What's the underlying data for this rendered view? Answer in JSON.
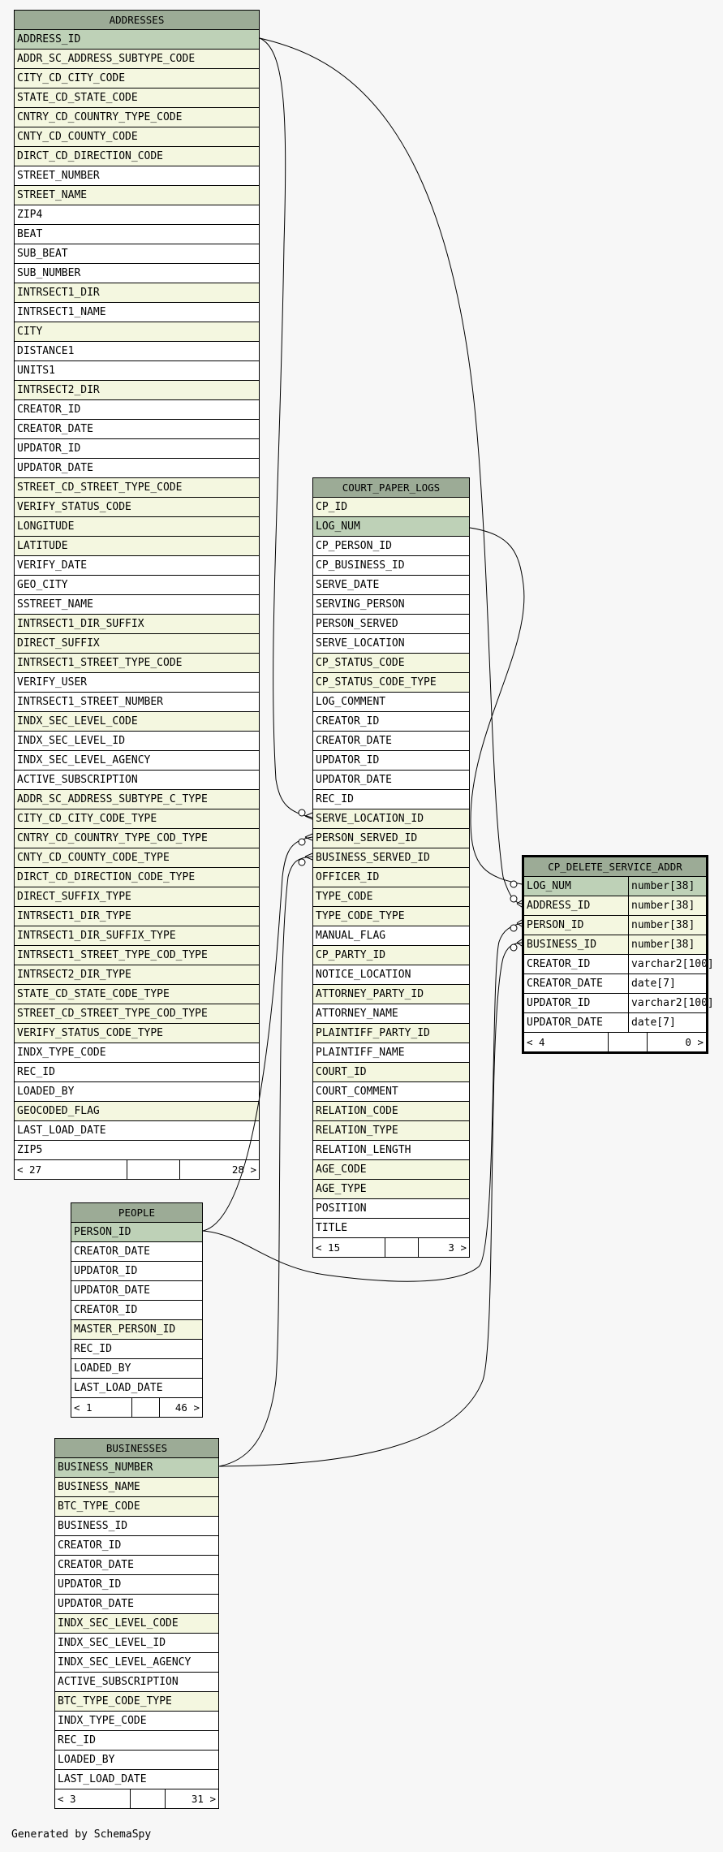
{
  "footer": "Generated by SchemaSpy",
  "tables": {
    "addresses": {
      "title": "ADDRESSES",
      "columns": [
        {
          "name": "ADDRESS_ID",
          "kind": "pk"
        },
        {
          "name": "ADDR_SC_ADDRESS_SUBTYPE_CODE",
          "kind": "fk"
        },
        {
          "name": "CITY_CD_CITY_CODE",
          "kind": "fk"
        },
        {
          "name": "STATE_CD_STATE_CODE",
          "kind": "fk"
        },
        {
          "name": "CNTRY_CD_COUNTRY_TYPE_CODE",
          "kind": "fk"
        },
        {
          "name": "CNTY_CD_COUNTY_CODE",
          "kind": "fk"
        },
        {
          "name": "DIRCT_CD_DIRECTION_CODE",
          "kind": "fk"
        },
        {
          "name": "STREET_NUMBER",
          "kind": "plain"
        },
        {
          "name": "STREET_NAME",
          "kind": "fk"
        },
        {
          "name": "ZIP4",
          "kind": "plain"
        },
        {
          "name": "BEAT",
          "kind": "plain"
        },
        {
          "name": "SUB_BEAT",
          "kind": "plain"
        },
        {
          "name": "SUB_NUMBER",
          "kind": "plain"
        },
        {
          "name": "INTRSECT1_DIR",
          "kind": "fk"
        },
        {
          "name": "INTRSECT1_NAME",
          "kind": "plain"
        },
        {
          "name": "CITY",
          "kind": "fk"
        },
        {
          "name": "DISTANCE1",
          "kind": "plain"
        },
        {
          "name": "UNITS1",
          "kind": "plain"
        },
        {
          "name": "INTRSECT2_DIR",
          "kind": "fk"
        },
        {
          "name": "CREATOR_ID",
          "kind": "plain"
        },
        {
          "name": "CREATOR_DATE",
          "kind": "plain"
        },
        {
          "name": "UPDATOR_ID",
          "kind": "plain"
        },
        {
          "name": "UPDATOR_DATE",
          "kind": "plain"
        },
        {
          "name": "STREET_CD_STREET_TYPE_CODE",
          "kind": "fk"
        },
        {
          "name": "VERIFY_STATUS_CODE",
          "kind": "fk"
        },
        {
          "name": "LONGITUDE",
          "kind": "fk"
        },
        {
          "name": "LATITUDE",
          "kind": "fk"
        },
        {
          "name": "VERIFY_DATE",
          "kind": "plain"
        },
        {
          "name": "GEO_CITY",
          "kind": "plain"
        },
        {
          "name": "SSTREET_NAME",
          "kind": "plain"
        },
        {
          "name": "INTRSECT1_DIR_SUFFIX",
          "kind": "fk"
        },
        {
          "name": "DIRECT_SUFFIX",
          "kind": "fk"
        },
        {
          "name": "INTRSECT1_STREET_TYPE_CODE",
          "kind": "fk"
        },
        {
          "name": "VERIFY_USER",
          "kind": "plain"
        },
        {
          "name": "INTRSECT1_STREET_NUMBER",
          "kind": "plain"
        },
        {
          "name": "INDX_SEC_LEVEL_CODE",
          "kind": "fk"
        },
        {
          "name": "INDX_SEC_LEVEL_ID",
          "kind": "plain"
        },
        {
          "name": "INDX_SEC_LEVEL_AGENCY",
          "kind": "plain"
        },
        {
          "name": "ACTIVE_SUBSCRIPTION",
          "kind": "plain"
        },
        {
          "name": "ADDR_SC_ADDRESS_SUBTYPE_C_TYPE",
          "kind": "fk"
        },
        {
          "name": "CITY_CD_CITY_CODE_TYPE",
          "kind": "fk"
        },
        {
          "name": "CNTRY_CD_COUNTRY_TYPE_COD_TYPE",
          "kind": "fk"
        },
        {
          "name": "CNTY_CD_COUNTY_CODE_TYPE",
          "kind": "fk"
        },
        {
          "name": "DIRCT_CD_DIRECTION_CODE_TYPE",
          "kind": "fk"
        },
        {
          "name": "DIRECT_SUFFIX_TYPE",
          "kind": "fk"
        },
        {
          "name": "INTRSECT1_DIR_TYPE",
          "kind": "fk"
        },
        {
          "name": "INTRSECT1_DIR_SUFFIX_TYPE",
          "kind": "fk"
        },
        {
          "name": "INTRSECT1_STREET_TYPE_COD_TYPE",
          "kind": "fk"
        },
        {
          "name": "INTRSECT2_DIR_TYPE",
          "kind": "fk"
        },
        {
          "name": "STATE_CD_STATE_CODE_TYPE",
          "kind": "fk"
        },
        {
          "name": "STREET_CD_STREET_TYPE_COD_TYPE",
          "kind": "fk"
        },
        {
          "name": "VERIFY_STATUS_CODE_TYPE",
          "kind": "fk"
        },
        {
          "name": "INDX_TYPE_CODE",
          "kind": "plain"
        },
        {
          "name": "REC_ID",
          "kind": "plain"
        },
        {
          "name": "LOADED_BY",
          "kind": "plain"
        },
        {
          "name": "GEOCODED_FLAG",
          "kind": "fk"
        },
        {
          "name": "LAST_LOAD_DATE",
          "kind": "plain"
        },
        {
          "name": "ZIP5",
          "kind": "plain"
        }
      ],
      "footer": {
        "parents": "< 27",
        "children": "28 >"
      }
    },
    "court_paper_logs": {
      "title": "COURT_PAPER_LOGS",
      "columns": [
        {
          "name": "CP_ID",
          "kind": "fk"
        },
        {
          "name": "LOG_NUM",
          "kind": "pk"
        },
        {
          "name": "CP_PERSON_ID",
          "kind": "plain"
        },
        {
          "name": "CP_BUSINESS_ID",
          "kind": "plain"
        },
        {
          "name": "SERVE_DATE",
          "kind": "plain"
        },
        {
          "name": "SERVING_PERSON",
          "kind": "plain"
        },
        {
          "name": "PERSON_SERVED",
          "kind": "plain"
        },
        {
          "name": "SERVE_LOCATION",
          "kind": "plain"
        },
        {
          "name": "CP_STATUS_CODE",
          "kind": "fk"
        },
        {
          "name": "CP_STATUS_CODE_TYPE",
          "kind": "fk"
        },
        {
          "name": "LOG_COMMENT",
          "kind": "plain"
        },
        {
          "name": "CREATOR_ID",
          "kind": "plain"
        },
        {
          "name": "CREATOR_DATE",
          "kind": "plain"
        },
        {
          "name": "UPDATOR_ID",
          "kind": "plain"
        },
        {
          "name": "UPDATOR_DATE",
          "kind": "plain"
        },
        {
          "name": "REC_ID",
          "kind": "plain"
        },
        {
          "name": "SERVE_LOCATION_ID",
          "kind": "fk"
        },
        {
          "name": "PERSON_SERVED_ID",
          "kind": "fk"
        },
        {
          "name": "BUSINESS_SERVED_ID",
          "kind": "fk"
        },
        {
          "name": "OFFICER_ID",
          "kind": "fk"
        },
        {
          "name": "TYPE_CODE",
          "kind": "fk"
        },
        {
          "name": "TYPE_CODE_TYPE",
          "kind": "fk"
        },
        {
          "name": "MANUAL_FLAG",
          "kind": "plain"
        },
        {
          "name": "CP_PARTY_ID",
          "kind": "fk"
        },
        {
          "name": "NOTICE_LOCATION",
          "kind": "plain"
        },
        {
          "name": "ATTORNEY_PARTY_ID",
          "kind": "fk"
        },
        {
          "name": "ATTORNEY_NAME",
          "kind": "plain"
        },
        {
          "name": "PLAINTIFF_PARTY_ID",
          "kind": "fk"
        },
        {
          "name": "PLAINTIFF_NAME",
          "kind": "plain"
        },
        {
          "name": "COURT_ID",
          "kind": "fk"
        },
        {
          "name": "COURT_COMMENT",
          "kind": "plain"
        },
        {
          "name": "RELATION_CODE",
          "kind": "fk"
        },
        {
          "name": "RELATION_TYPE",
          "kind": "fk"
        },
        {
          "name": "RELATION_LENGTH",
          "kind": "plain"
        },
        {
          "name": "AGE_CODE",
          "kind": "fk"
        },
        {
          "name": "AGE_TYPE",
          "kind": "fk"
        },
        {
          "name": "POSITION",
          "kind": "plain"
        },
        {
          "name": "TITLE",
          "kind": "plain"
        }
      ],
      "footer": {
        "parents": "< 15",
        "children": "3 >"
      }
    },
    "people": {
      "title": "PEOPLE",
      "columns": [
        {
          "name": "PERSON_ID",
          "kind": "pk"
        },
        {
          "name": "CREATOR_DATE",
          "kind": "plain"
        },
        {
          "name": "UPDATOR_ID",
          "kind": "plain"
        },
        {
          "name": "UPDATOR_DATE",
          "kind": "plain"
        },
        {
          "name": "CREATOR_ID",
          "kind": "plain"
        },
        {
          "name": "MASTER_PERSON_ID",
          "kind": "fk"
        },
        {
          "name": "REC_ID",
          "kind": "plain"
        },
        {
          "name": "LOADED_BY",
          "kind": "plain"
        },
        {
          "name": "LAST_LOAD_DATE",
          "kind": "plain"
        }
      ],
      "footer": {
        "parents": "< 1",
        "children": "46 >"
      }
    },
    "businesses": {
      "title": "BUSINESSES",
      "columns": [
        {
          "name": "BUSINESS_NUMBER",
          "kind": "pk"
        },
        {
          "name": "BUSINESS_NAME",
          "kind": "fk"
        },
        {
          "name": "BTC_TYPE_CODE",
          "kind": "fk"
        },
        {
          "name": "BUSINESS_ID",
          "kind": "plain"
        },
        {
          "name": "CREATOR_ID",
          "kind": "plain"
        },
        {
          "name": "CREATOR_DATE",
          "kind": "plain"
        },
        {
          "name": "UPDATOR_ID",
          "kind": "plain"
        },
        {
          "name": "UPDATOR_DATE",
          "kind": "plain"
        },
        {
          "name": "INDX_SEC_LEVEL_CODE",
          "kind": "fk"
        },
        {
          "name": "INDX_SEC_LEVEL_ID",
          "kind": "plain"
        },
        {
          "name": "INDX_SEC_LEVEL_AGENCY",
          "kind": "plain"
        },
        {
          "name": "ACTIVE_SUBSCRIPTION",
          "kind": "plain"
        },
        {
          "name": "BTC_TYPE_CODE_TYPE",
          "kind": "fk"
        },
        {
          "name": "INDX_TYPE_CODE",
          "kind": "plain"
        },
        {
          "name": "REC_ID",
          "kind": "plain"
        },
        {
          "name": "LOADED_BY",
          "kind": "plain"
        },
        {
          "name": "LAST_LOAD_DATE",
          "kind": "plain"
        }
      ],
      "footer": {
        "parents": "< 3",
        "children": "31 >"
      }
    },
    "cp_delete_service_addr": {
      "title": "CP_DELETE_SERVICE_ADDR",
      "columns": [
        {
          "name": "LOG_NUM",
          "type": "number[38]",
          "kind": "pk"
        },
        {
          "name": "ADDRESS_ID",
          "type": "number[38]",
          "kind": "fk"
        },
        {
          "name": "PERSON_ID",
          "type": "number[38]",
          "kind": "fk"
        },
        {
          "name": "BUSINESS_ID",
          "type": "number[38]",
          "kind": "fk"
        },
        {
          "name": "CREATOR_ID",
          "type": "varchar2[100]",
          "kind": "plain"
        },
        {
          "name": "CREATOR_DATE",
          "type": "date[7]",
          "kind": "plain"
        },
        {
          "name": "UPDATOR_ID",
          "type": "varchar2[100]",
          "kind": "plain"
        },
        {
          "name": "UPDATOR_DATE",
          "type": "date[7]",
          "kind": "plain"
        }
      ],
      "footer": {
        "parents": "< 4",
        "children": "0 >"
      }
    }
  }
}
